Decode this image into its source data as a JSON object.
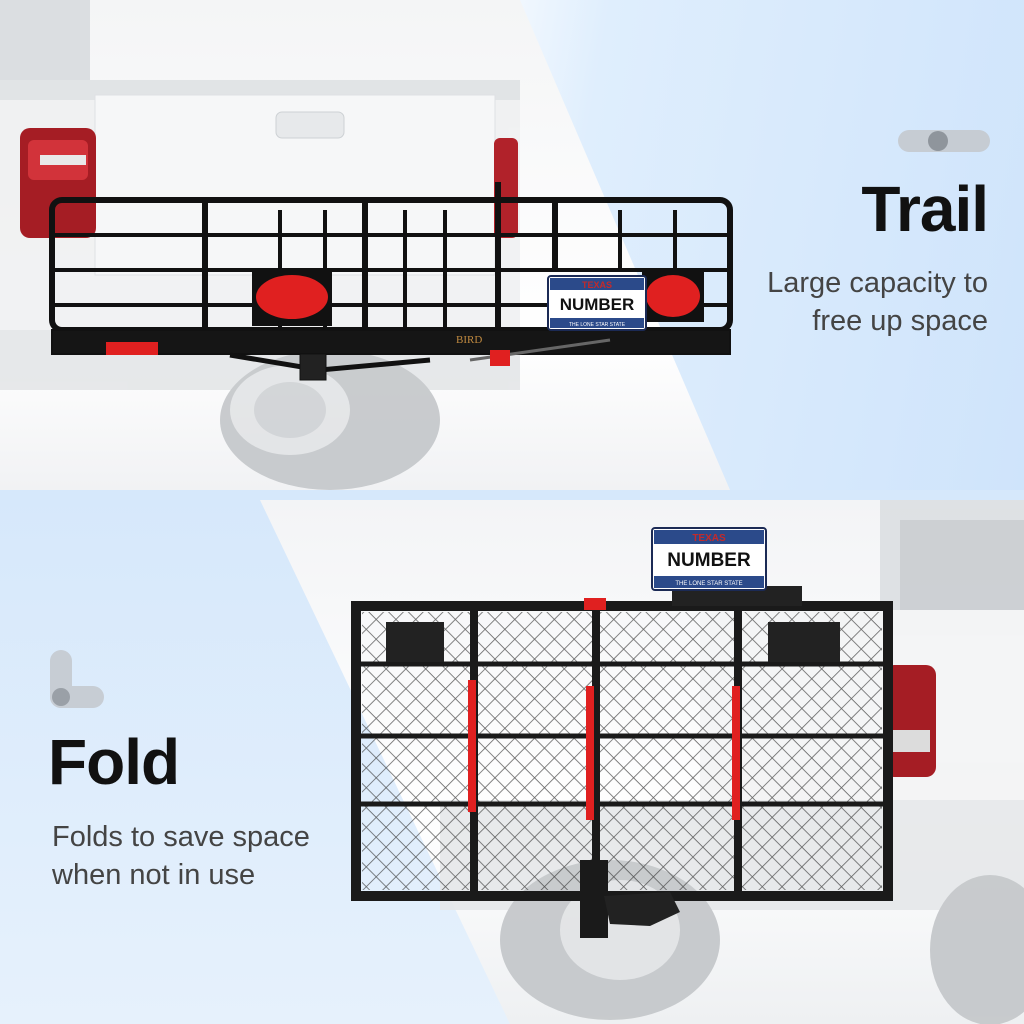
{
  "sections": [
    {
      "title": "Trail",
      "description_lines": [
        "Large capacity to",
        "free up space"
      ]
    },
    {
      "title": "Fold",
      "description_lines": [
        "Folds to save space",
        "when not in use"
      ]
    }
  ],
  "license_plate": {
    "state": "TEXAS",
    "number": "NUMBER",
    "slogan": "THE LONE STAR STATE"
  },
  "brand_mark": "BIRD",
  "colors": {
    "frame": "#111111",
    "reflector": "#e02020",
    "truck": "#f2f3f4",
    "accent_bg": "#d6e8fb",
    "icon_gray": "#c7cdd4"
  }
}
